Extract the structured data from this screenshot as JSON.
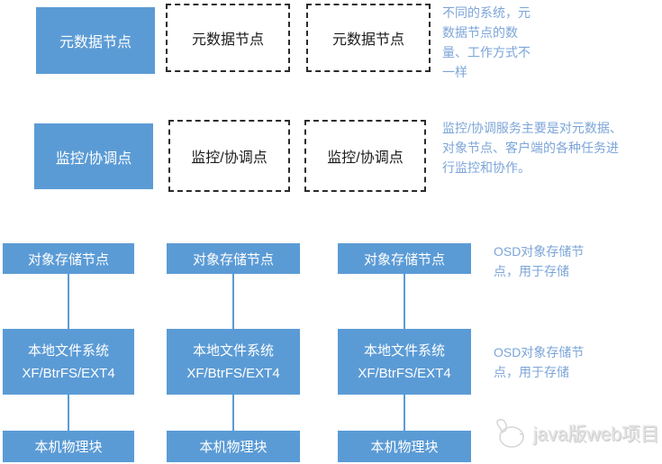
{
  "colors": {
    "box_blue": "#5B9BD5",
    "annotation_blue": "#7CA5D8",
    "dashed_border": "#2b2b2b",
    "watermark_gray": "#e2e2e2"
  },
  "row1": {
    "solid_label": "元数据节点",
    "dashed_labels": [
      "元数据节点",
      "元数据节点"
    ],
    "note": "不同的系统，元\n数据节点的数\n量、工作方式不\n一样"
  },
  "row2": {
    "solid_label": "监控/协调点",
    "dashed_labels": [
      "监控/协调点",
      "监控/协调点"
    ],
    "note": "监控/协调服务主要是对元数据、\n对象节点、客户端的各种任务进\n行监控和协作。"
  },
  "columns": [
    {
      "osd": "对象存储节点",
      "fs": "本地文件系统\nXF/BtrFS/EXT4",
      "block": "本机物理块"
    },
    {
      "osd": "对象存储节点",
      "fs": "本地文件系统\nXF/BtrFS/EXT4",
      "block": "本机物理块"
    },
    {
      "osd": "对象存储节点",
      "fs": "本地文件系统\nXF/BtrFS/EXT4",
      "block": "本机物理块"
    }
  ],
  "notes": {
    "osd_note_top": "OSD对象存储节\n点，用于存储",
    "osd_note_bottom": "OSD对象存储节\n点，用于存储"
  },
  "watermark": {
    "text": "java版web项目",
    "logo": "bird-sketch-logo"
  }
}
